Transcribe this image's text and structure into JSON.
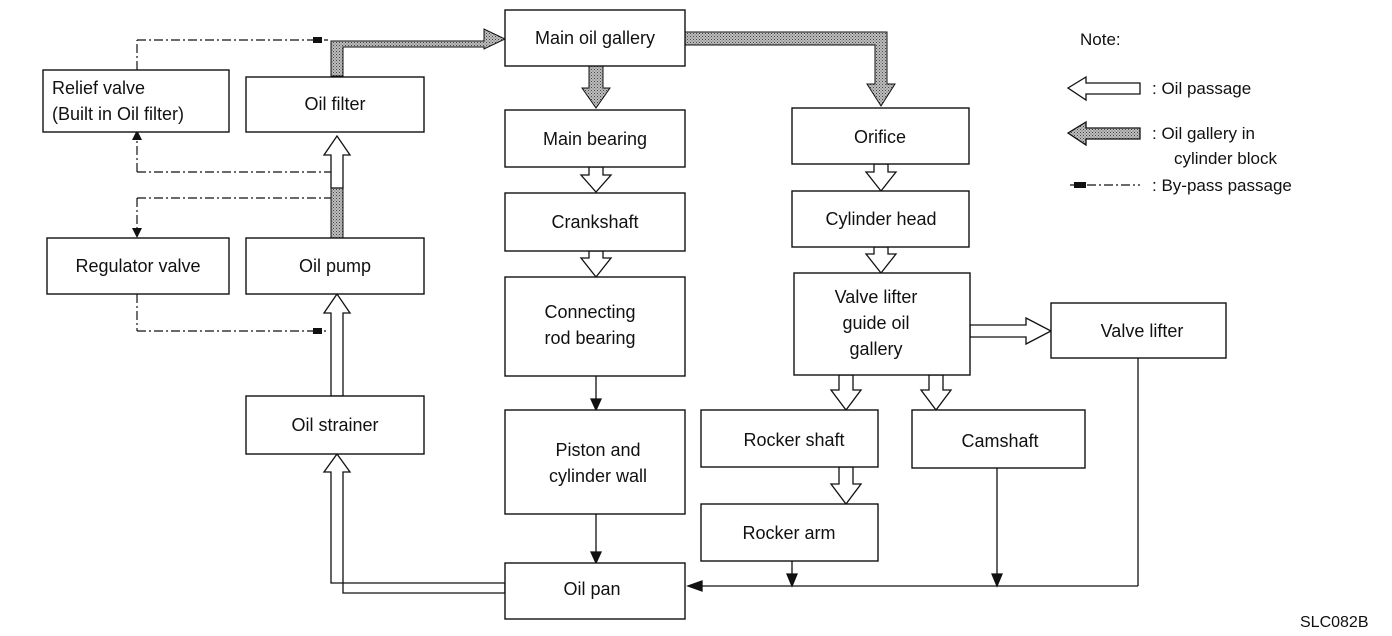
{
  "nodes": {
    "main_oil_gallery": {
      "lines": [
        "Main oil gallery"
      ]
    },
    "relief_valve": {
      "lines": [
        "Relief valve",
        "(Built in Oil filter)"
      ]
    },
    "oil_filter": {
      "lines": [
        "Oil filter"
      ]
    },
    "regulator_valve": {
      "lines": [
        "Regulator valve"
      ]
    },
    "oil_pump": {
      "lines": [
        "Oil pump"
      ]
    },
    "oil_strainer": {
      "lines": [
        "Oil strainer"
      ]
    },
    "main_bearing": {
      "lines": [
        "Main bearing"
      ]
    },
    "crankshaft": {
      "lines": [
        "Crankshaft"
      ]
    },
    "connecting_rod_bearing": {
      "lines": [
        "Connecting",
        "rod bearing"
      ]
    },
    "piston_cylinder_wall": {
      "lines": [
        "Piston and",
        "cylinder wall"
      ]
    },
    "oil_pan": {
      "lines": [
        "Oil pan"
      ]
    },
    "orifice": {
      "lines": [
        "Orifice"
      ]
    },
    "cylinder_head": {
      "lines": [
        "Cylinder head"
      ]
    },
    "valve_lifter_guide": {
      "lines": [
        "Valve lifter",
        "guide oil",
        "gallery"
      ]
    },
    "valve_lifter": {
      "lines": [
        "Valve lifter"
      ]
    },
    "rocker_shaft": {
      "lines": [
        "Rocker shaft"
      ]
    },
    "camshaft": {
      "lines": [
        "Camshaft"
      ]
    },
    "rocker_arm": {
      "lines": [
        "Rocker arm"
      ]
    }
  },
  "legend": {
    "title": "Note:",
    "oil_passage": ": Oil passage",
    "oil_gallery": [
      ": Oil gallery in",
      "cylinder block"
    ],
    "bypass": ": By-pass passage"
  },
  "figure_code": "SLC082B"
}
